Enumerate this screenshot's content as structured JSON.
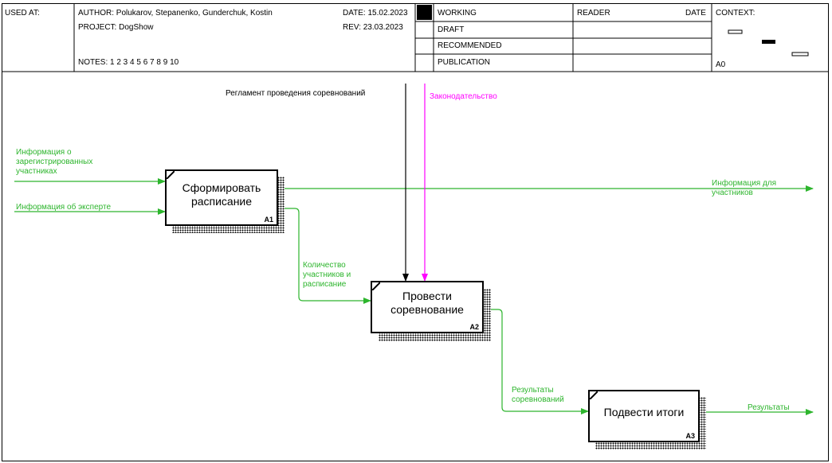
{
  "header": {
    "used_at": "USED AT:",
    "author": "AUTHOR: Polukarov, Stepanenko, Gunderchuk, Kostin",
    "project": "PROJECT: DogShow",
    "notes": "NOTES: 1 2 3 4 5 6 7 8 9 10",
    "date": "DATE: 15.02.2023",
    "rev": "REV: 23.03.2023",
    "status": [
      "WORKING",
      "DRAFT",
      "RECOMMENDED",
      "PUBLICATION"
    ],
    "reader": "READER",
    "reader_date": "DATE",
    "context": "CONTEXT:",
    "node": "A0"
  },
  "boxes": [
    {
      "title": "Сформировать расписание",
      "num": "A1"
    },
    {
      "title": "Провести соревнование",
      "num": "A2"
    },
    {
      "title": "Подвести итоги",
      "num": "A3"
    }
  ],
  "arrows": {
    "control_black": "Регламент проведения соревнований",
    "control_magenta": "Законодательство",
    "input_registered": "Информация о\nзарегистрированных\nучастниках",
    "input_expert": "Информация об эксперте",
    "output_participants": "Информация для\nучастников",
    "a1_to_a2": "Количество\nучастников и\nрасписание",
    "a2_to_a3": "Результаты\nсоревнований",
    "output_results": "Результаты"
  },
  "colors": {
    "green": "#2db52d",
    "magenta": "#ff00ff",
    "black": "#000000"
  }
}
